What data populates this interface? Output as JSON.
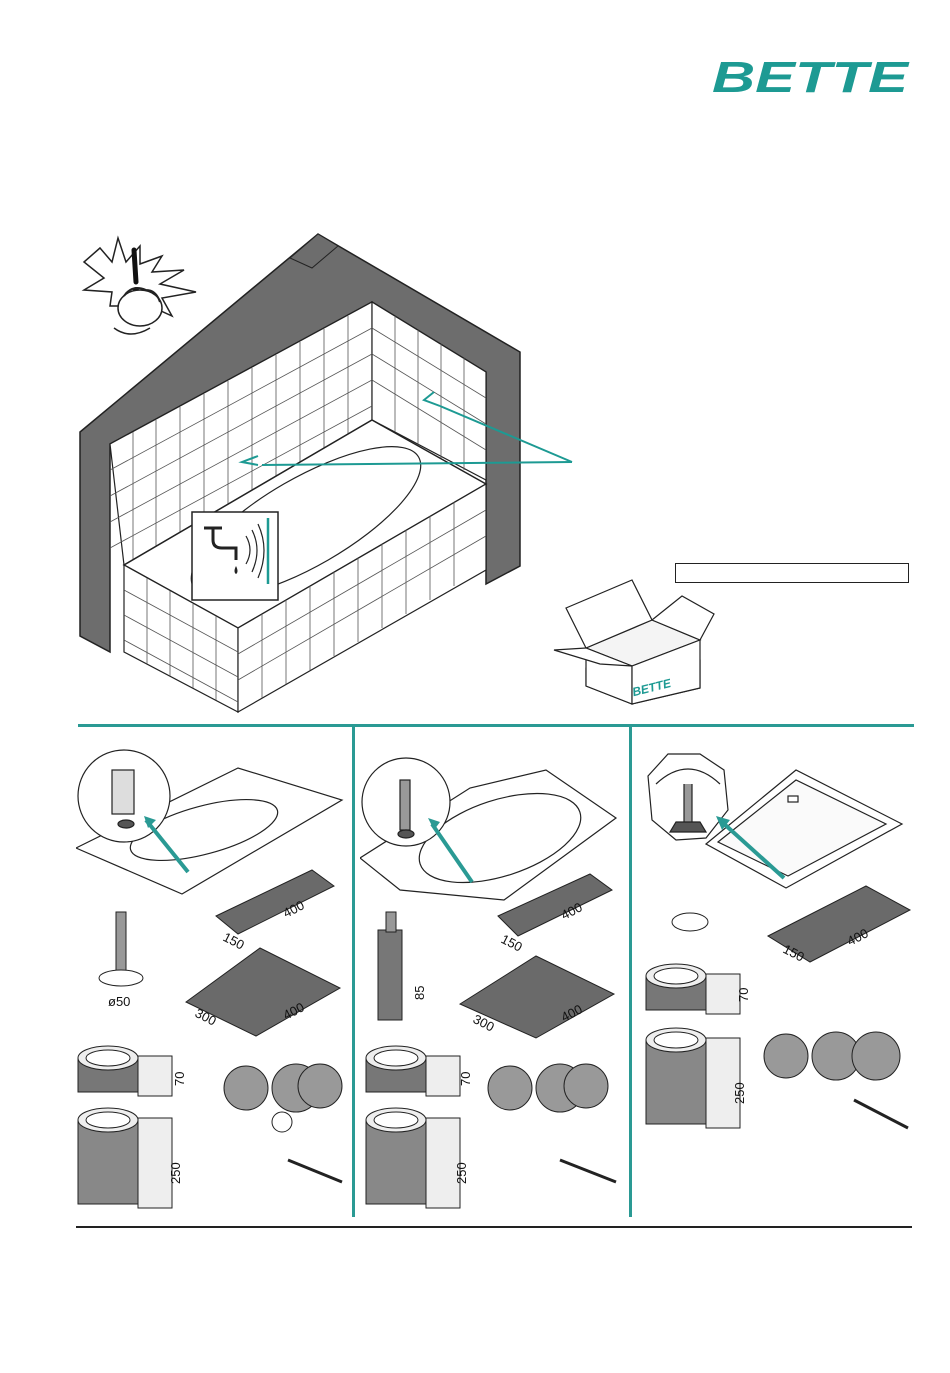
{
  "brand": {
    "name": "BETTE",
    "color": "#1d9a93"
  },
  "box_label": "",
  "accent_color": "#2a9a94",
  "icons": [
    "warning-person-icon",
    "water-tap-sound-icon",
    "shipping-box-icon"
  ],
  "panels": [
    {
      "name": "bathtub",
      "pad_small": {
        "w": "150",
        "l": "400"
      },
      "pad_large": {
        "w": "300",
        "l": "400"
      },
      "foot_diameter": "ø50",
      "tape_narrow": "70",
      "tape_wide": "250"
    },
    {
      "name": "corner-bathtub",
      "pad_small": {
        "w": "150",
        "l": "400"
      },
      "pad_large": {
        "w": "300",
        "l": "400"
      },
      "foot_height": "85",
      "tape_narrow": "70",
      "tape_wide": "250"
    },
    {
      "name": "shower-tray",
      "pad_small": {
        "w": "150",
        "l": "400"
      },
      "tape_narrow": "70",
      "tape_wide": "250"
    }
  ]
}
